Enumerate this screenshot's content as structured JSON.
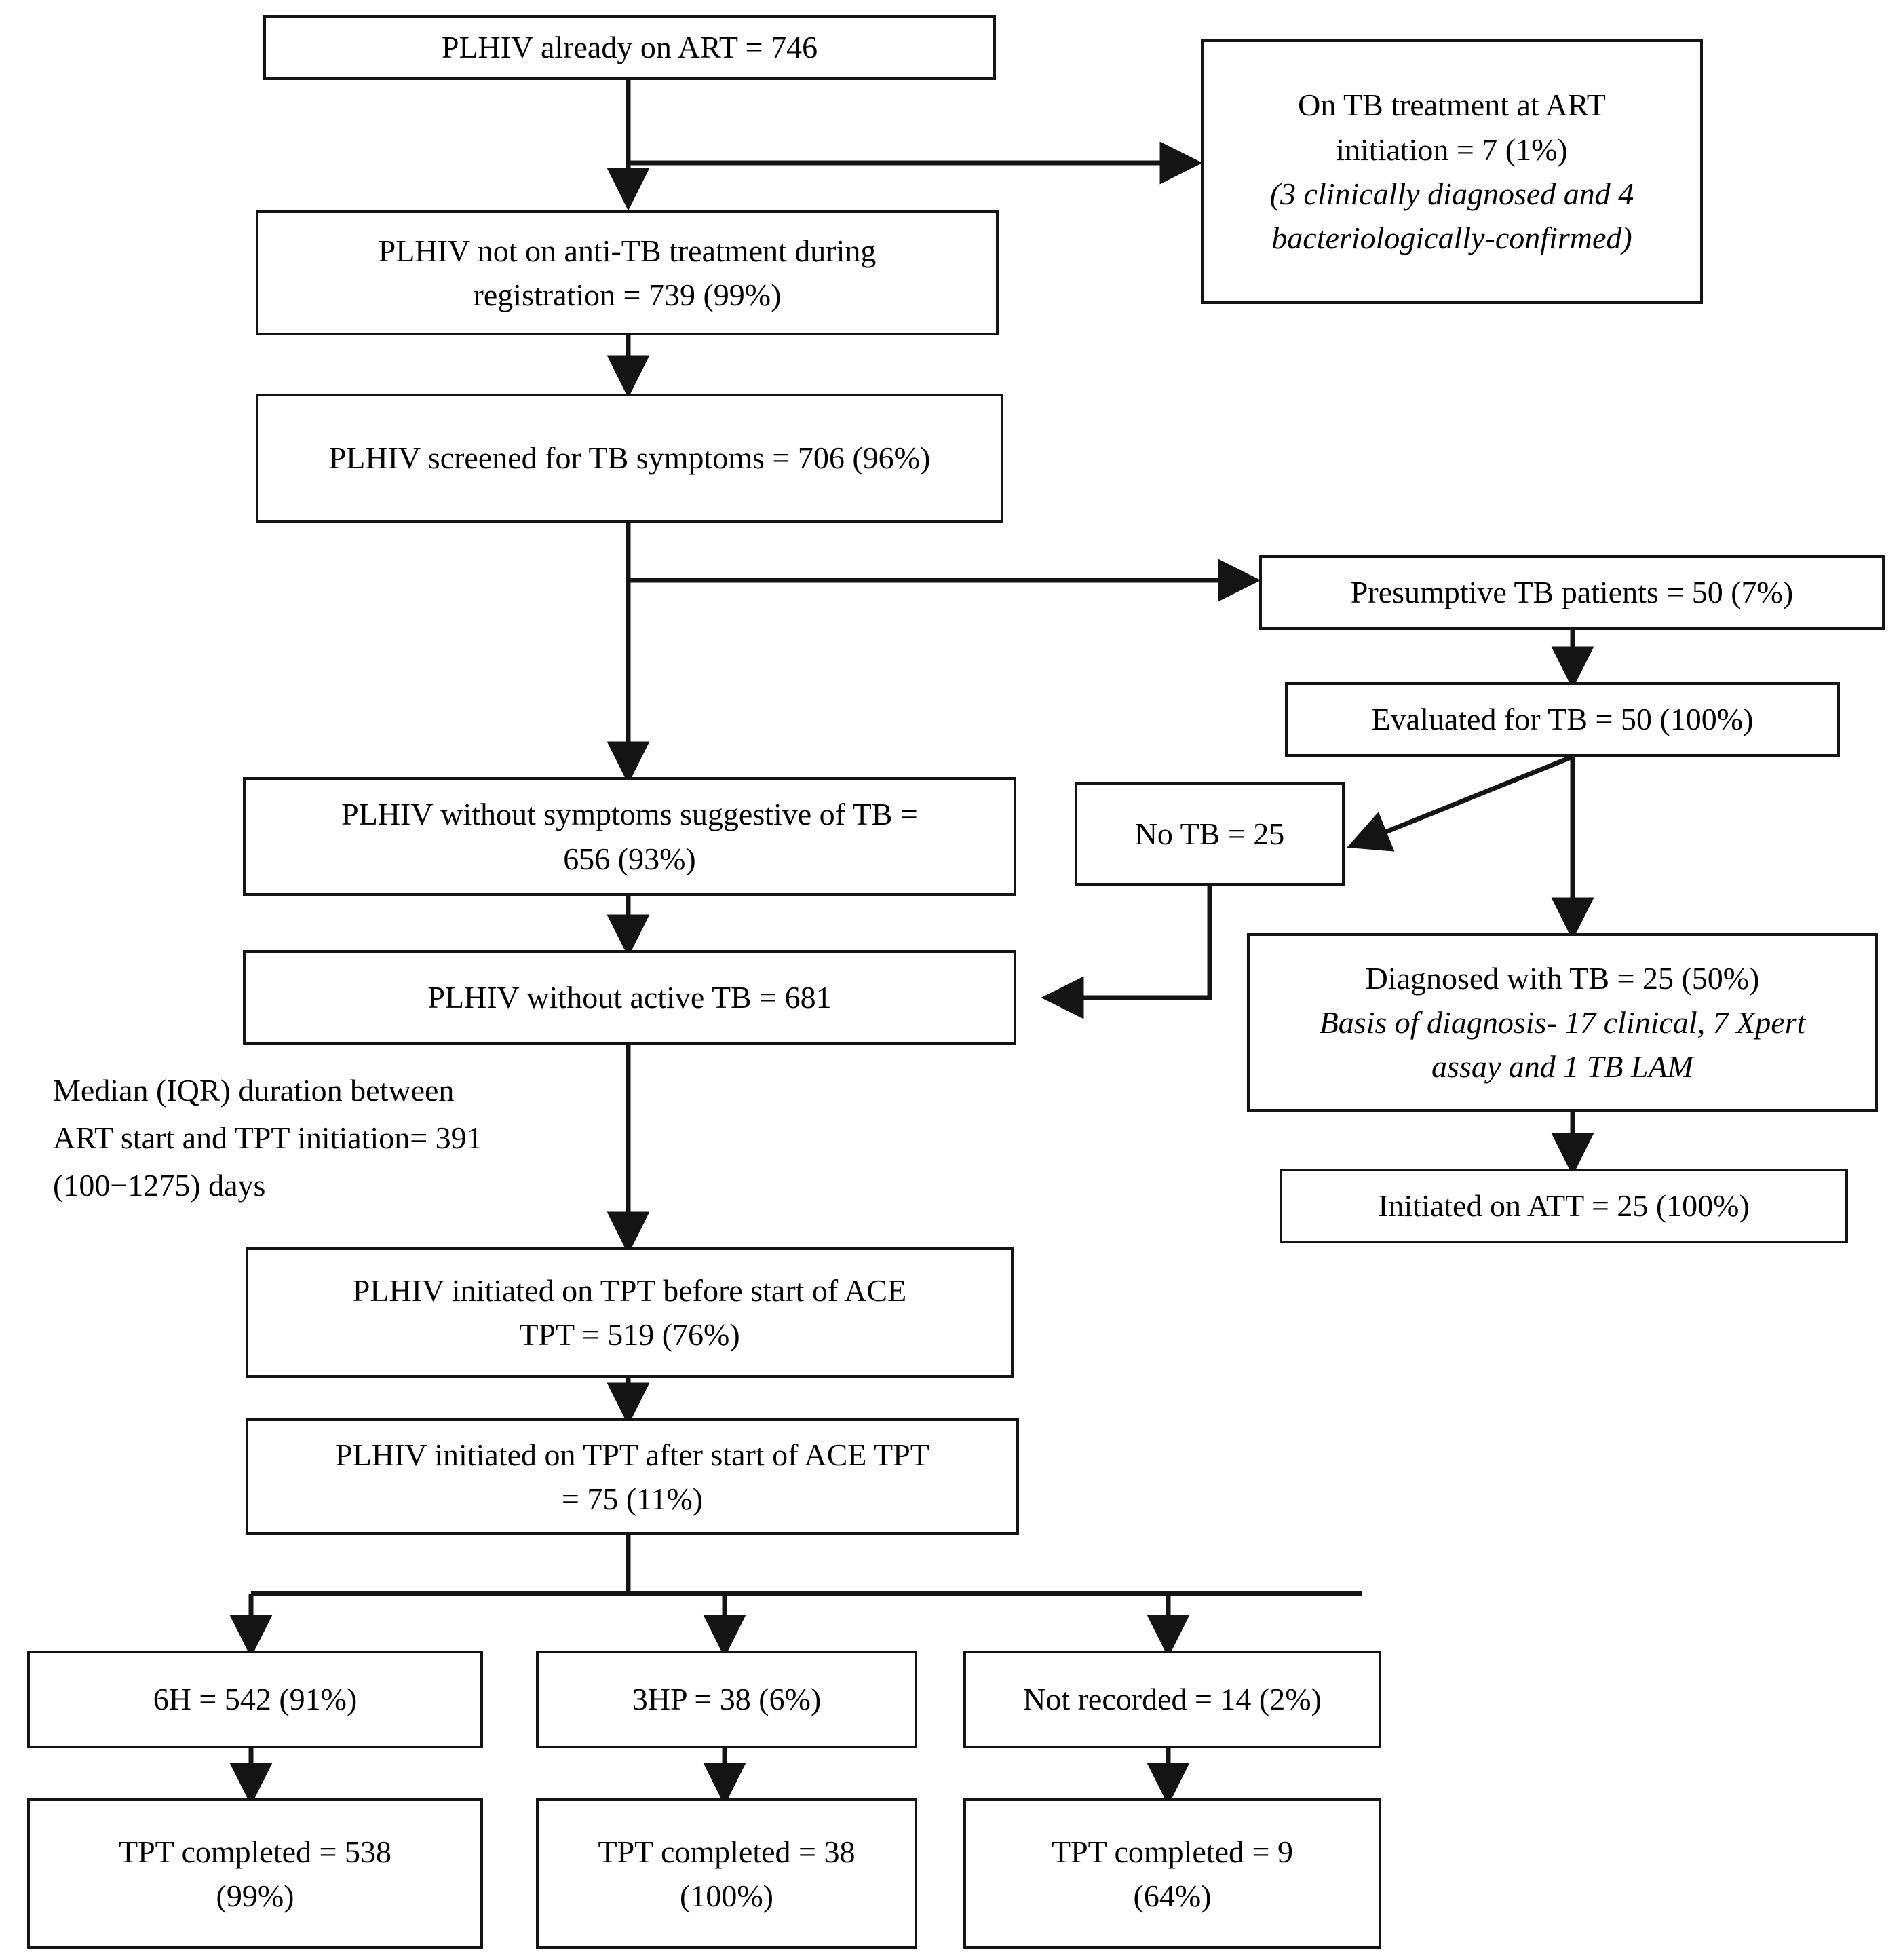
{
  "figure": {
    "type": "flowchart",
    "title": "PLHIV TB screening and TPT cascade",
    "background_color": "#ffffff",
    "line_color": "#141414",
    "text_color": "#000000"
  },
  "nodes": {
    "plhiv_on_art": {
      "lines": [
        "PLHIV already on ART = 746"
      ]
    },
    "on_tb_treatment": {
      "lines": [
        "On TB treatment at ART",
        "initiation = 7 (1%)"
      ],
      "italic_lines": [
        "(3 clinically diagnosed and 4",
        "bacteriologically-confirmed)"
      ]
    },
    "not_on_anti_tb": {
      "lines": [
        "PLHIV not on anti-TB treatment during",
        "registration = 739 (99%)"
      ]
    },
    "screened": {
      "lines": [
        "PLHIV screened for TB symptoms = 706 (96%)"
      ]
    },
    "presumptive": {
      "lines": [
        "Presumptive TB patients = 50 (7%)"
      ]
    },
    "evaluated": {
      "lines": [
        "Evaluated for TB = 50 (100%)"
      ]
    },
    "no_tb": {
      "lines": [
        "No TB = 25"
      ]
    },
    "without_symptoms": {
      "lines": [
        "PLHIV without symptoms suggestive of TB =",
        "656 (93%)"
      ]
    },
    "without_active_tb": {
      "lines": [
        "PLHIV without active TB = 681"
      ]
    },
    "diagnosed_tb": {
      "lines": [
        "Diagnosed with TB = 25 (50%)"
      ],
      "italic_lines": [
        "Basis of diagnosis- 17 clinical, 7 Xpert",
        "assay and 1 TB LAM"
      ]
    },
    "initiated_att": {
      "lines": [
        "Initiated on ATT = 25 (100%)"
      ]
    },
    "tpt_before_ace": {
      "lines": [
        "PLHIV initiated on TPT before start of ACE",
        "TPT = 519 (76%)"
      ]
    },
    "tpt_after_ace": {
      "lines": [
        "PLHIV initiated on TPT after start of ACE TPT",
        "= 75 (11%)"
      ]
    },
    "regimen_6h": {
      "lines": [
        "6H = 542 (91%)"
      ]
    },
    "regimen_3hp": {
      "lines": [
        "3HP = 38 (6%)"
      ]
    },
    "regimen_not_recorded": {
      "lines": [
        "Not recorded = 14 (2%)"
      ]
    },
    "completed_6h": {
      "lines": [
        "TPT completed = 538",
        "(99%)"
      ]
    },
    "completed_3hp": {
      "lines": [
        "TPT completed = 38",
        "(100%)"
      ]
    },
    "completed_not_recorded": {
      "lines": [
        "TPT completed = 9",
        "(64%)"
      ]
    }
  },
  "annotations": {
    "median_iqr": "Median (IQR) duration between\nART start and TPT initiation= 391\n(100−1275) days"
  }
}
